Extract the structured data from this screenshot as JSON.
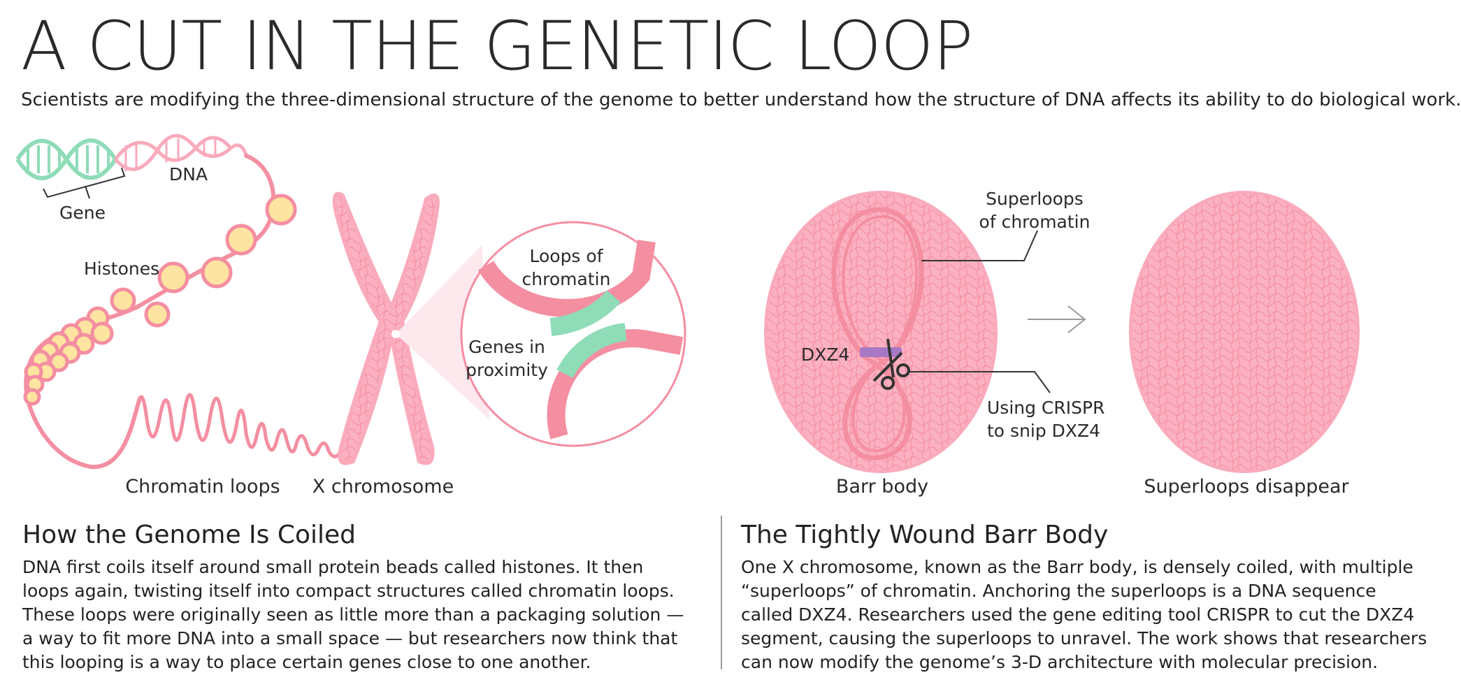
{
  "title": "A CUT IN THE GENETIC LOOP",
  "subtitle": "Scientists are modifying the three-dimensional structure of the genome to better understand how the structure of DNA affects its ability to do biological work.",
  "colors": {
    "pink": "#f48ea1",
    "light_pink": "#f9aabb",
    "mint": "#8fdcb8",
    "yellow": "#fde4a0",
    "purple": "#a678c6",
    "line": "#333333"
  },
  "diagram": {
    "labels": {
      "dna": "DNA",
      "gene": "Gene",
      "histones": "Histones",
      "loops_of_chromatin_line1": "Loops of",
      "loops_of_chromatin_line2": "chromatin",
      "genes_in_proximity_line1": "Genes in",
      "genes_in_proximity_line2": "proximity",
      "superloops_line1": "Superloops",
      "superloops_line2": "of chromatin",
      "dxz4": "DXZ4",
      "crispr_line1": "Using CRISPR",
      "crispr_line2": "to snip DXZ4"
    },
    "captions": {
      "chromatin_loops": "Chromatin loops",
      "x_chromosome": "X chromosome",
      "barr_body": "Barr body",
      "superloops_disappear": "Superloops disappear"
    }
  },
  "left_section": {
    "heading": "How the Genome Is Coiled",
    "lines": [
      "DNA first coils itself around small protein beads called histones. It then",
      "loops again, twisting itself into compact structures called chromatin loops.",
      "These loops were originally seen as little more than a packaging solution —",
      "a way to fit more DNA into a small space — but researchers now think that",
      "this looping is a way to place certain genes close to one another."
    ]
  },
  "right_section": {
    "heading": "The Tightly Wound Barr Body",
    "lines": [
      "One X chromosome, known as the Barr body, is densely coiled, with multiple",
      "“superloops” of chromatin. Anchoring the superloops is a DNA sequence",
      "called DXZ4. Researchers used the gene editing tool CRISPR to cut the DXZ4",
      "segment, causing the superloops to unravel. The work shows that researchers",
      "can now modify the genome’s 3-D architecture with molecular precision."
    ]
  }
}
